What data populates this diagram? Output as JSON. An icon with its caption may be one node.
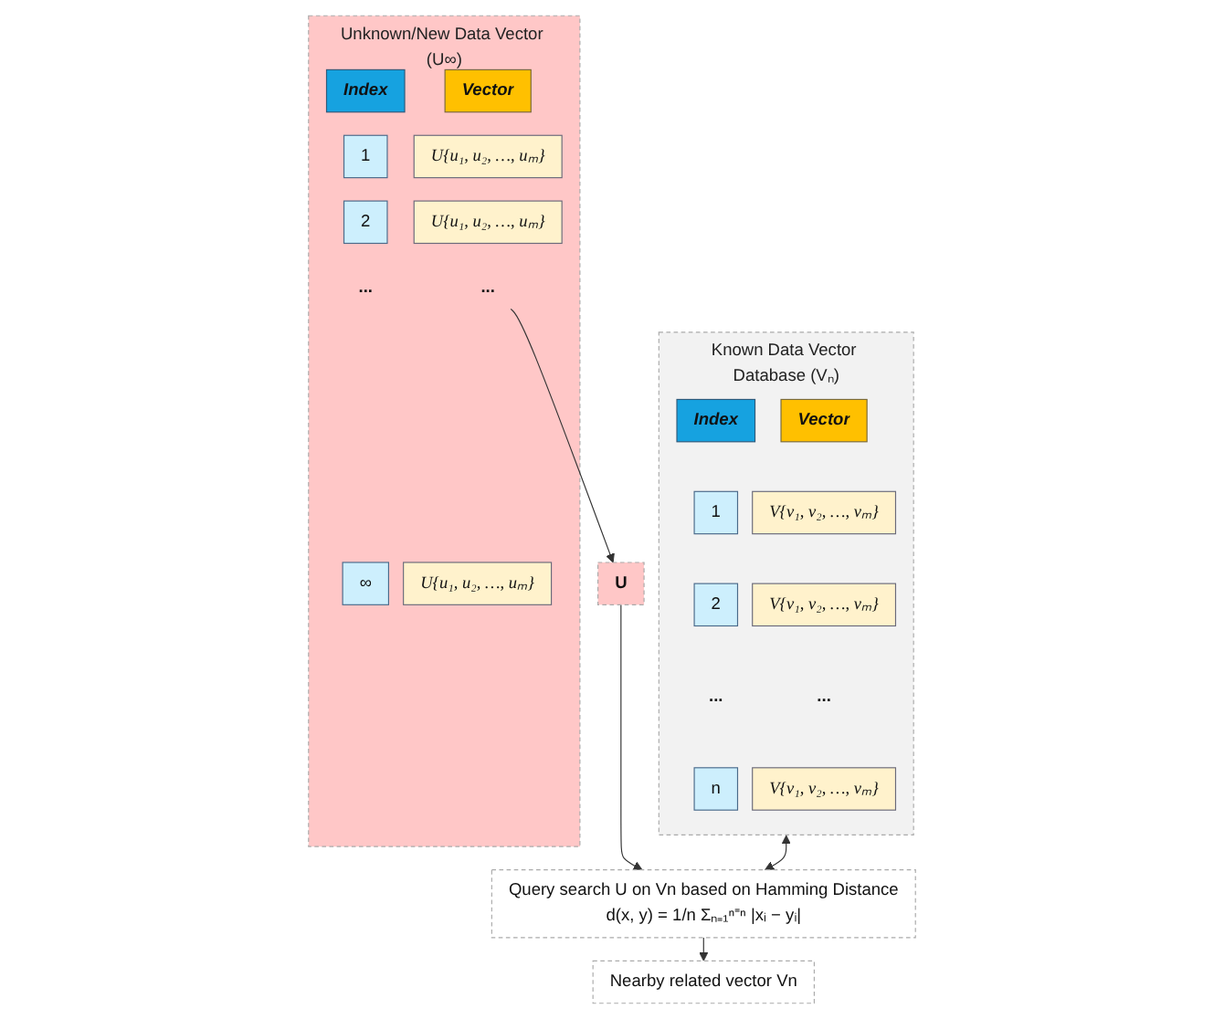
{
  "diagram": {
    "nodes": [
      {
        "text": [
          "Known Data Vector Database (Vₙ)"
        ]
      },
      {
        "text": [
          "Index"
        ],
        "in": 0
      },
      {
        "text": [
          "Vector"
        ],
        "in": 0
      },
      {
        "text": [
          "1"
        ],
        "in": 0
      },
      {
        "text": [
          "V{v₁, v₂, …, vₘ}"
        ],
        "in": 0
      },
      {
        "text": [
          "2"
        ],
        "in": 0
      },
      {
        "text": [
          "V{v₁, v₂, …, vₘ}"
        ],
        "in": 0
      },
      {
        "text": [
          "..."
        ],
        "in": 0
      },
      {
        "text": [
          "..."
        ],
        "in": 0
      },
      {
        "text": [
          "n"
        ],
        "in": 0
      },
      {
        "text": [
          "V{v₁, v₂, …, vₘ}"
        ],
        "in": 0
      },
      {
        "text": [
          "Query search U on Vn based on Hamming Distance",
          "d(x, y) = 1/n Σₙ₌₁ⁿ⁼ⁿ |xᵢ − yᵢ|"
        ]
      },
      {
        "text": [
          "Nearby related vector Vn"
        ]
      },
      {
        "text": [
          "Unknown/New Data Vector (U∞)"
        ]
      },
      {
        "text": [
          "Index"
        ],
        "in": 13
      },
      {
        "text": [
          "Vector"
        ],
        "in": 13
      },
      {
        "text": [
          "1"
        ],
        "in": 13
      },
      {
        "text": [
          "U{u₁, u₂, …, uₘ}"
        ],
        "in": 13
      },
      {
        "text": [
          "2"
        ],
        "in": 13
      },
      {
        "text": [
          "U{u₁, u₂, …, uₘ}"
        ],
        "in": 13
      },
      {
        "text": [
          "..."
        ],
        "in": 13
      },
      {
        "text": [
          "..."
        ],
        "in": 13
      },
      {
        "text": [
          "∞"
        ],
        "in": 13
      },
      {
        "text": [
          "U{u₁, u₂, …, uₘ}"
        ],
        "in": 13
      },
      {
        "text": [
          "U"
        ]
      }
    ],
    "edges": [
      {
        "from": 0,
        "to": 11,
        "arrow": "both"
      },
      {
        "from": 11,
        "to": 12,
        "arrow": "to"
      },
      {
        "from": 21,
        "to": 24,
        "arrow": "to"
      },
      {
        "from": 24,
        "to": 11,
        "arrow": "to"
      }
    ]
  }
}
